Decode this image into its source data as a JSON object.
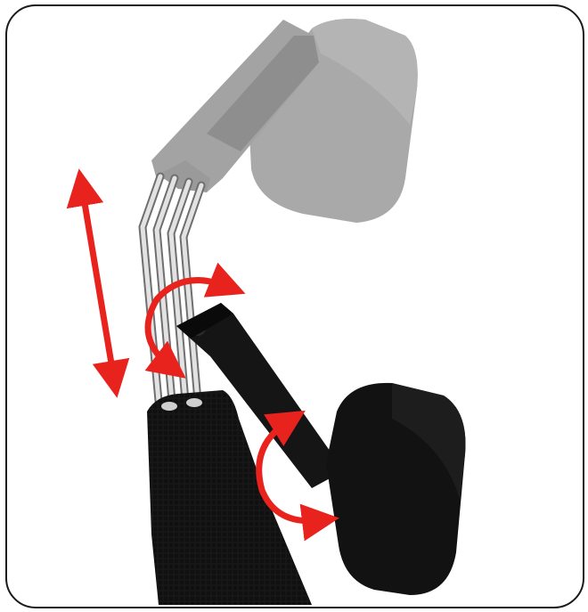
{
  "image": {
    "subject": "headrest-adjustment-illustration",
    "colors": {
      "frame_border": "#1a1a1a",
      "ghost_part": "#a9a9a9",
      "ghost_part_dark": "#8e8e8e",
      "rod": "#d8d8d8",
      "black_part": "#111111",
      "arrow": "#e8231e"
    },
    "elements": [
      {
        "name": "ghost-headrest-pad",
        "style": "gray"
      },
      {
        "name": "ghost-headrest-bracket",
        "style": "gray"
      },
      {
        "name": "support-rods",
        "style": "metal"
      },
      {
        "name": "backrest",
        "style": "black-fabric"
      },
      {
        "name": "headrest-arm",
        "style": "black"
      },
      {
        "name": "headrest-pad",
        "style": "black"
      },
      {
        "name": "height-arrow",
        "direction": "up-down"
      },
      {
        "name": "tilt-arrow",
        "direction": "rotate"
      },
      {
        "name": "pad-rotate-arrow",
        "direction": "rotate"
      }
    ]
  }
}
